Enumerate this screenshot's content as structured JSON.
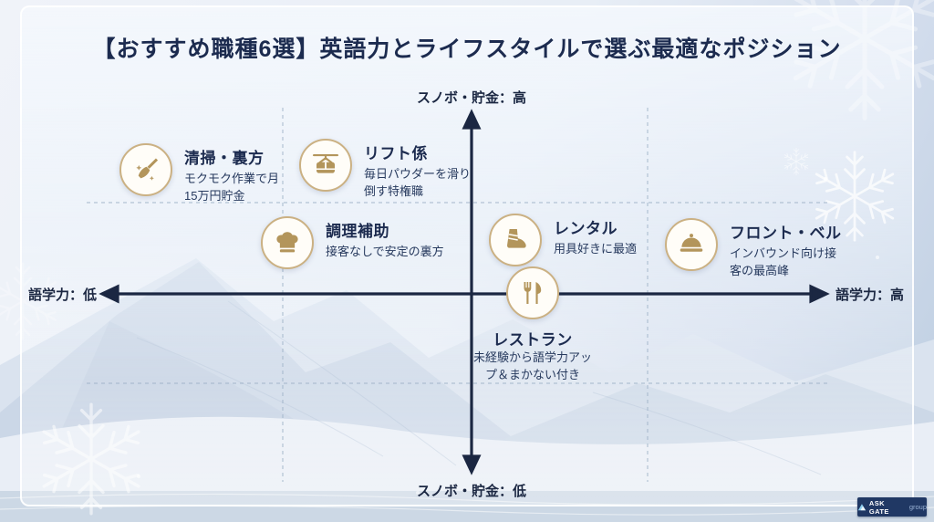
{
  "title": "【おすすめ職種6選】英語力とライフスタイルで選ぶ最適なポジション",
  "axis_labels": {
    "top": "スノボ・貯金：高",
    "bottom": "スノボ・貯金：低",
    "left": "語学力：低",
    "right": "語学力：高"
  },
  "jobs": [
    {
      "icon": "broom-icon",
      "title": "清掃・裏方",
      "desc": "モクモク作業で月15万円貯金",
      "position": {
        "english": "低",
        "snowboard_savings": "高"
      }
    },
    {
      "icon": "gondola-icon",
      "title": "リフト係",
      "desc": "毎日パウダーを滑り倒す特権職",
      "position": {
        "english": "中低",
        "snowboard_savings": "高"
      }
    },
    {
      "icon": "chef-hat-icon",
      "title": "調理補助",
      "desc": "接客なしで安定の裏方",
      "position": {
        "english": "中低",
        "snowboard_savings": "中高"
      }
    },
    {
      "icon": "boot-icon",
      "title": "レンタル",
      "desc": "用具好きに最適",
      "position": {
        "english": "中高",
        "snowboard_savings": "中高"
      }
    },
    {
      "icon": "bell-icon",
      "title": "フロント・ベル",
      "desc": "インバウンド向け接客の最高峰",
      "position": {
        "english": "高",
        "snowboard_savings": "中高"
      }
    },
    {
      "icon": "fork-knife-icon",
      "title": "レストラン",
      "desc": "未経験から語学力アップ＆まかない付き",
      "position": {
        "english": "中",
        "snowboard_savings": "中"
      }
    }
  ],
  "logo": {
    "brand": "ASK GATE",
    "suffix": "group"
  },
  "colors": {
    "navy": "#1c2b4f",
    "gold": "#b3955b",
    "gold_border": "#cbb183",
    "dash_line": "#9fb3c8",
    "logo_bg": "#203864"
  }
}
